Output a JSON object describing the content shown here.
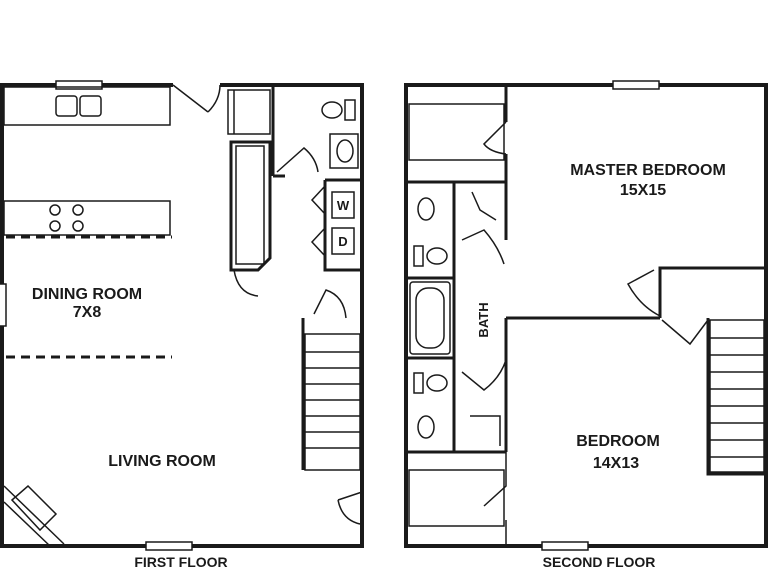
{
  "floors": {
    "first": {
      "caption": "FIRST FLOOR",
      "rooms": {
        "dining_name": "DINING ROOM",
        "dining_size": "7X8",
        "living_name": "LIVING ROOM"
      },
      "appliances": {
        "washer": "W",
        "dryer": "D"
      }
    },
    "second": {
      "caption": "SECOND FLOOR",
      "rooms": {
        "master_name": "MASTER BEDROOM",
        "master_size": "15X15",
        "bedroom_name": "BEDROOM",
        "bedroom_size": "14X13",
        "bath_name": "BATH"
      }
    }
  },
  "colors": {
    "ink": "#1a1a1a",
    "background": "#ffffff"
  }
}
